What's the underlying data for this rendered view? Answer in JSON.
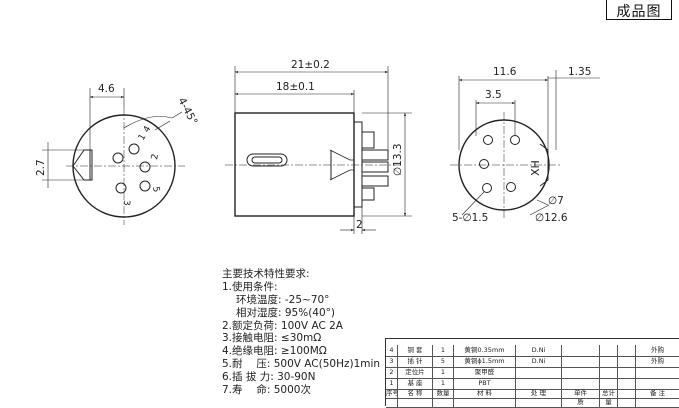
{
  "stamp": "成品图",
  "left_view": {
    "dims": {
      "top": "4.6",
      "angle": "4-45°",
      "side": "2.7"
    },
    "pins": [
      "1",
      "2",
      "3",
      "4",
      "5"
    ]
  },
  "middle_view": {
    "dims": {
      "overall": "21±0.2",
      "body": "18±0.1",
      "dia": "∅13.3",
      "flange": "2"
    }
  },
  "right_view": {
    "dims": {
      "width": "11.6",
      "gap": "1.35",
      "pitch": "3.5",
      "pin_dia": "5-∅1.5",
      "key": "∅7",
      "outer": "∅12.6",
      "mark": "XH"
    }
  },
  "specs": {
    "title": "主要技术特性要求:",
    "lines": [
      "1.使用条件:",
      "环境温度: -25~70°",
      "相对湿度: 95%(40°)",
      "2.额定负荷: 100V AC 2A",
      "3.接触电阻: ≤30mΩ",
      "4.绝缘电阻: ≥100MΩ",
      "5.耐　 压: 500V AC(50Hz)1min",
      "6.插 拔 力: 30-90N",
      "7.寿　 命: 5000次"
    ]
  },
  "bom": {
    "rows": [
      [
        "4",
        "铜 套",
        "1",
        "黄铜0.35mm",
        "D.Ni",
        "",
        "",
        "",
        "外购"
      ],
      [
        "3",
        "插 针",
        "5",
        "黄铜ϕ1.5mm",
        "D.Ni",
        "",
        "",
        "",
        "外购"
      ],
      [
        "2",
        "定位片",
        "1",
        "聚甲醛",
        "",
        "",
        "",
        "",
        ""
      ],
      [
        "1",
        "基 座",
        "1",
        "PBT",
        "",
        "",
        "",
        "",
        ""
      ]
    ],
    "header": [
      "序号",
      "名 称",
      "数量",
      "材 料",
      "处 理",
      "单件",
      "总计",
      "",
      "备 注"
    ],
    "header_sub": [
      "",
      "",
      "",
      "",
      "",
      "质",
      "量",
      "",
      ""
    ]
  }
}
